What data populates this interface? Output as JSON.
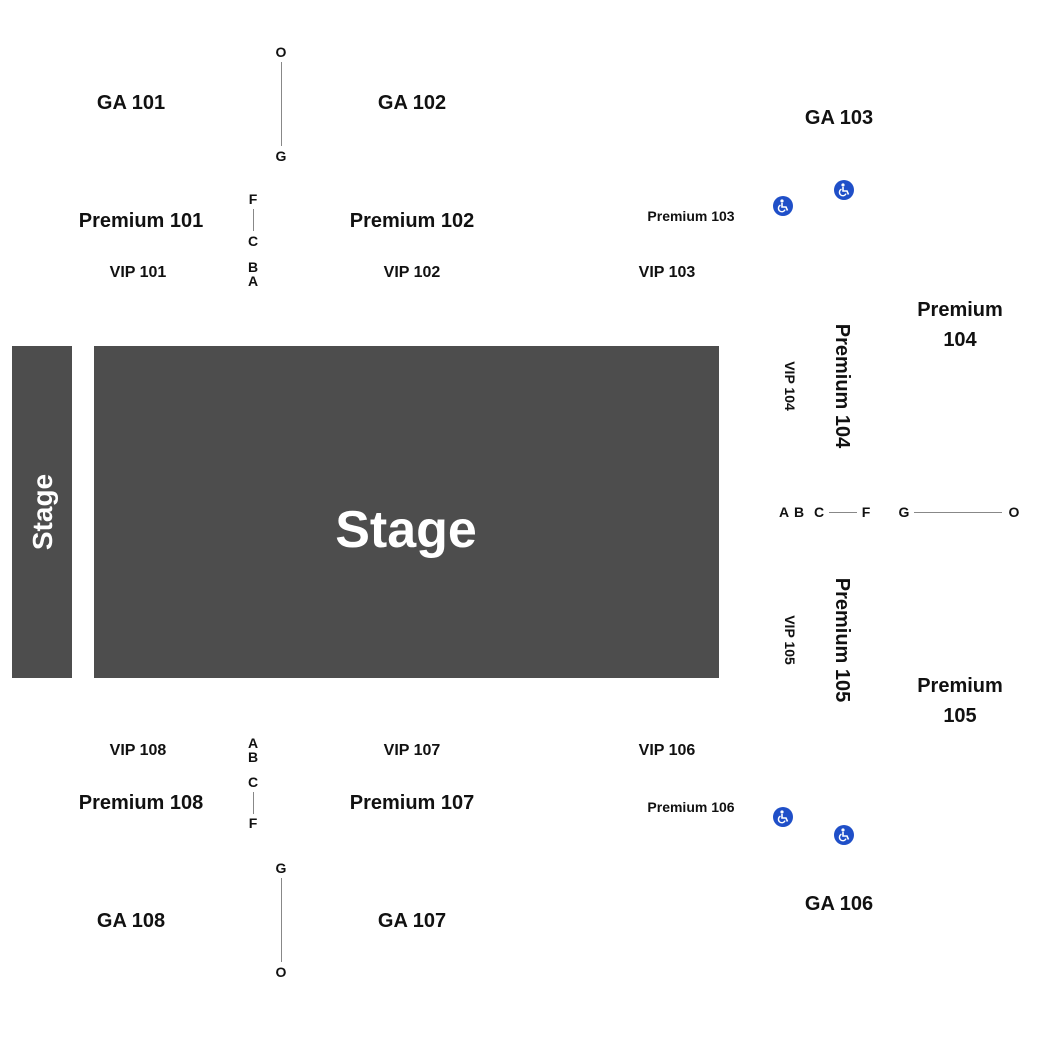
{
  "stage": {
    "main_label": "Stage",
    "side_label": "Stage"
  },
  "sections": {
    "ga_101": "GA 101",
    "ga_102": "GA 102",
    "ga_103": "GA 103",
    "ga_106": "GA 106",
    "ga_107": "GA 107",
    "ga_108": "GA 108",
    "premium_101": "Premium 101",
    "premium_102": "Premium 102",
    "premium_103": "Premium 103",
    "premium_104": "Premium 104",
    "premium_104_outer_line1": "Premium",
    "premium_104_outer_line2": "104",
    "premium_105": "Premium 105",
    "premium_105_outer_line1": "Premium",
    "premium_105_outer_line2": "105",
    "premium_106": "Premium 106",
    "premium_107": "Premium 107",
    "premium_108": "Premium 108",
    "vip_101": "VIP 101",
    "vip_102": "VIP 102",
    "vip_103": "VIP 103",
    "vip_104": "VIP 104",
    "vip_105": "VIP 105",
    "vip_106": "VIP 106",
    "vip_107": "VIP 107",
    "vip_108": "VIP 108"
  },
  "rows": {
    "A": "A",
    "B": "B",
    "C": "C",
    "F": "F",
    "G": "G",
    "O": "O"
  },
  "colors": {
    "stage": "#4d4d4d",
    "accessible": "#1f4fc8",
    "divider": "#888888"
  },
  "icons": {
    "accessible": "wheelchair-icon"
  }
}
